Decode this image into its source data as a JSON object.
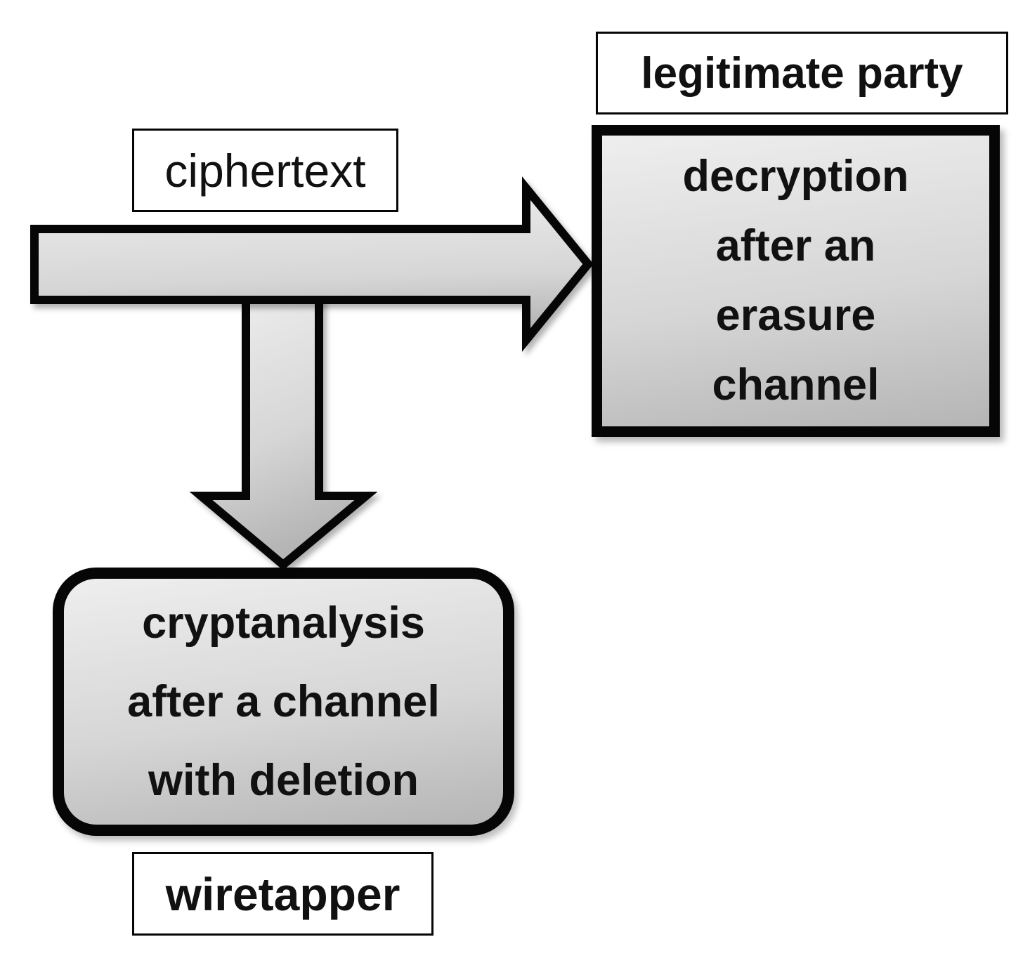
{
  "labels": {
    "ciphertext": "ciphertext",
    "legitimate_party": "legitimate party",
    "wiretapper": "wiretapper"
  },
  "boxes": {
    "decryption": {
      "lines": [
        "decryption",
        "after an",
        "erasure",
        "channel"
      ]
    },
    "cryptanalysis": {
      "lines": [
        "cryptanalysis",
        "after a channel",
        "with deletion"
      ]
    }
  },
  "arrows": {
    "right_arrow": "ciphertext-to-legitimate-party",
    "down_arrow": "ciphertext-branch-to-wiretapper"
  },
  "colors": {
    "outline": "#060606",
    "text": "#111111",
    "fill_light": "#eeeeee",
    "fill_mid": "#d6d6d6",
    "fill_dark": "#b5b5b5",
    "background": "#ffffff"
  }
}
